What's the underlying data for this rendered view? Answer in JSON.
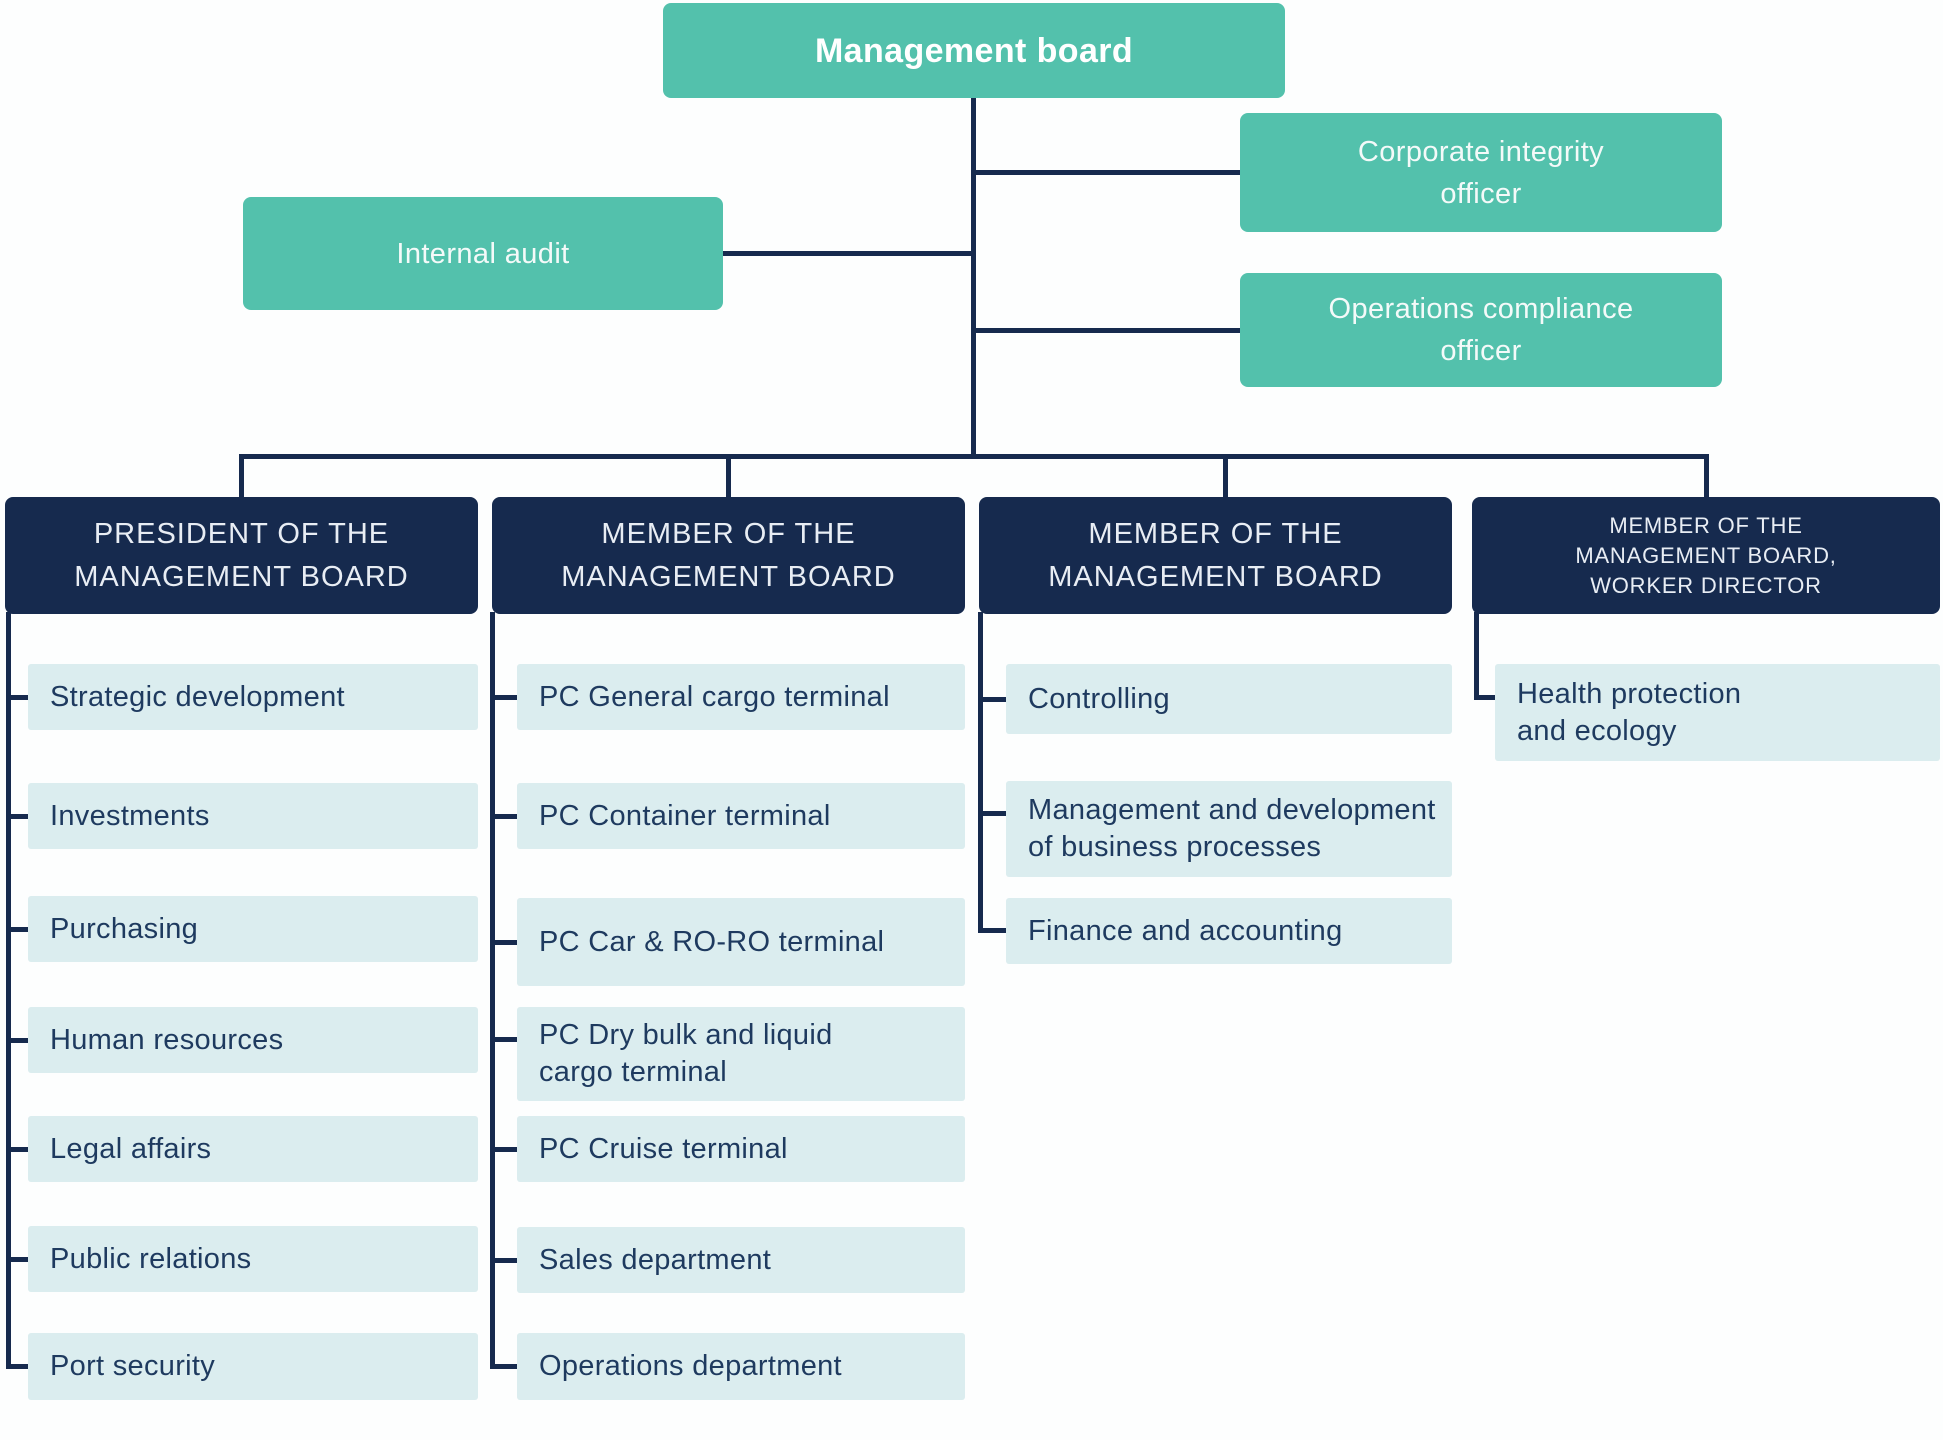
{
  "root": {
    "label": "Management board"
  },
  "satellites": [
    {
      "name": "corporate-integrity-officer",
      "text": "Corporate integrity\nofficer"
    },
    {
      "name": "internal-audit",
      "text": "Internal audit"
    },
    {
      "name": "operations-compliance-officer",
      "text": "Operations compliance\nofficer"
    }
  ],
  "columns": [
    {
      "header": "PRESIDENT OF THE\nMANAGEMENT BOARD",
      "items": [
        "Strategic development",
        "Investments",
        "Purchasing",
        "Human resources",
        "Legal affairs",
        "Public relations",
        "Port security"
      ]
    },
    {
      "header": "MEMBER OF THE\nMANAGEMENT BOARD",
      "items": [
        "PC General cargo terminal",
        "PC Container terminal",
        "PC Car & RO-RO terminal",
        "PC Dry bulk and liquid\ncargo terminal",
        "PC Cruise terminal",
        "Sales department",
        "Operations department"
      ]
    },
    {
      "header": "MEMBER OF THE\nMANAGEMENT BOARD",
      "items": [
        "Controlling",
        "Management and development\nof business processes",
        "Finance and accounting"
      ]
    },
    {
      "header": "MEMBER OF THE\nMANAGEMENT BOARD,\nWORKER DIRECTOR",
      "items": [
        "Health protection\nand ecology"
      ]
    }
  ],
  "colors": {
    "teal": "#53c1ac",
    "navy": "#162a4e",
    "item_bg": "#dbedef",
    "item_text": "#1e3a5f",
    "line": "#162a4e",
    "page_bg": "#fdfefe"
  }
}
